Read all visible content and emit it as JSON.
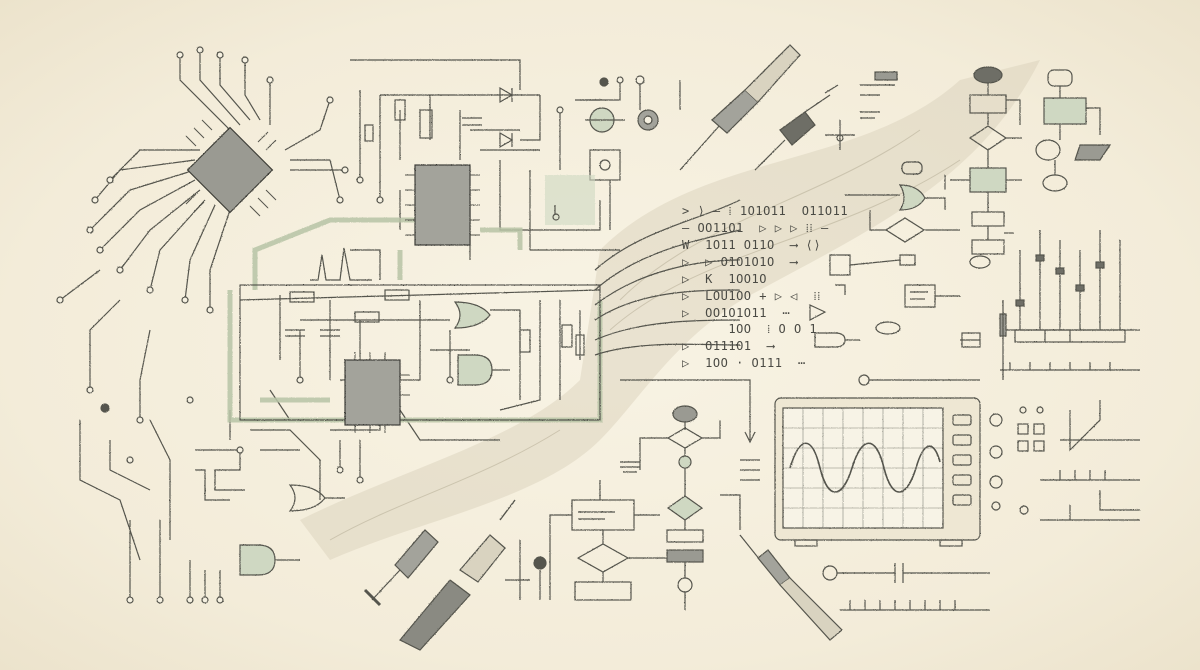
{
  "colors": {
    "paper": "#f6f1e1",
    "ink": "#55554d",
    "accent": "#b8c4a6",
    "accent_fill": "#cfd8c2"
  },
  "binary_lines": [
    "> ⟩ ‒ ⁞ 1O1O11  O11O11",
    "‒ OO11O1  ▷ ▷ ▷ ⁞⁞ ‒",
    "W  1O11 O11O  ⟶ ⟨⟩",
    "▷  ▷ O1O1O1O  ⟶",
    "▷  K  1OO1O",
    "▷  LOU1OO + ▷ ◁  ⁞⁞",
    "▷  OO1O1O11  ⋯",
    "      1OO  ⁞ O O 1",
    "▷  O111O1  ⟶",
    "▷  1OO · O111  ⋯"
  ],
  "icons": [
    "microchip-icon",
    "soldering-iron-icon",
    "oscilloscope-icon",
    "logic-gate-icon",
    "flowchart-icon",
    "resistor-icon",
    "capacitor-icon",
    "probe-icon"
  ]
}
